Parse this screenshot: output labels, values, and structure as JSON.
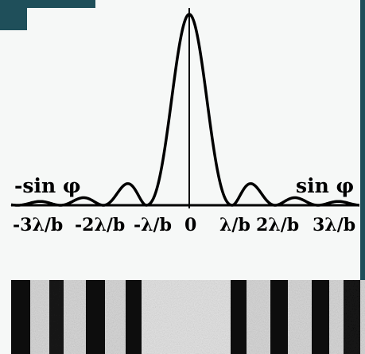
{
  "diagram": {
    "axis_left_label": "-sin φ",
    "axis_right_label": "sin φ",
    "center_label": "0",
    "ticks_left": [
      "-3λ/b",
      "-2λ/b",
      "-λ/b"
    ],
    "ticks_right": [
      "λ/b",
      "2λ/b",
      "3λ/b"
    ]
  },
  "colors": {
    "curve": "#000000",
    "background": "#f6f8f7",
    "band_dark": "#0a0a0a",
    "band_light": "#cfcfcf"
  }
}
